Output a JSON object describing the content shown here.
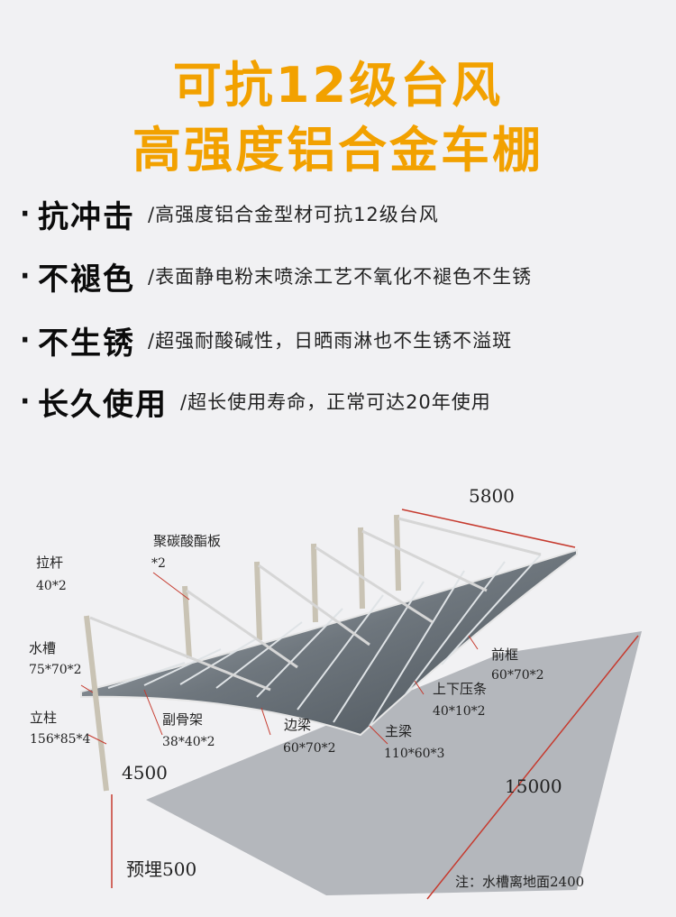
{
  "title": {
    "line1": "可抗12级台风",
    "line2": "高强度铝合金车棚"
  },
  "features": [
    {
      "bullet": "·",
      "head": "抗冲击",
      "desc": "/高强度铝合金型材可抗12级台风"
    },
    {
      "bullet": "·",
      "head": "不褪色",
      "desc": "/表面静电粉末喷涂工艺不氧化不褪色不生锈"
    },
    {
      "bullet": "·",
      "head": "不生锈",
      "desc": "/超强耐酸碱性，日晒雨淋也不生锈不溢斑"
    },
    {
      "bullet": "·",
      "head": "长久使用",
      "desc": "/超长使用寿命，正常可达20年使用"
    }
  ],
  "diagram": {
    "dim_top": "5800",
    "dim_right": "15000",
    "dim_left": "4500",
    "dim_buried": "预埋500",
    "labels": {
      "pc_board": "聚碳酸酯板",
      "pc_board_spec": "*2",
      "tie_rod": "拉杆",
      "tie_rod_spec": "40*2",
      "gutter": "水槽",
      "gutter_spec": "75*70*2",
      "column": "立柱",
      "column_spec": "156*85*4",
      "sub_rib": "副骨架",
      "sub_rib_spec": "38*40*2",
      "side_beam": "边梁",
      "side_beam_spec": "60*70*2",
      "main_beam": "主梁",
      "main_beam_spec": "110*60*3",
      "front_frame": "前框",
      "front_frame_spec": "60*70*2",
      "press_strip": "上下压条",
      "press_strip_spec": "40*10*2"
    },
    "note": "注：水槽离地面2400"
  }
}
